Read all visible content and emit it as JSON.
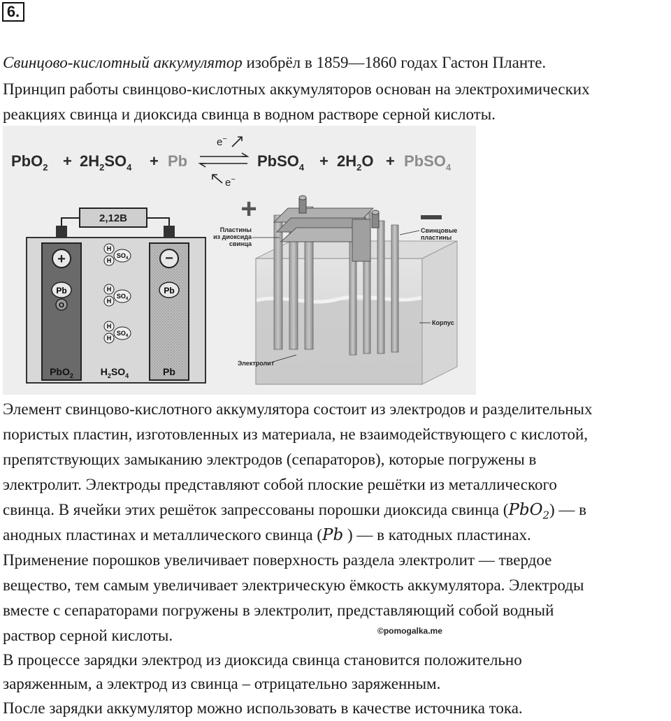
{
  "task_number": "6.",
  "intro": {
    "line1_italic": "Свинцово-кислотный аккумулятор",
    "line1_rest": " изобрёл в 1859—1860 годах Гастон Планте.",
    "line2": "Принцип работы свинцово-кислотных аккумуляторов основан на электрохимических",
    "line3": "реакциях свинца и диоксида свинца в водном растворе серной кислоты."
  },
  "figure": {
    "eq_pbo2": "PbO",
    "eq_sub2": "2",
    "eq_plus": "+",
    "eq_2h": "2H",
    "eq_so": "SO",
    "eq_sub4": "4",
    "eq_pb": "Pb",
    "eq_electron": "e",
    "eq_minus_sup": "−",
    "eq_pbso": "PbSO",
    "eq_h2o_o": "O",
    "voltage": "2,12В",
    "plus_sign": "+",
    "minus_sign": "−",
    "atom_pb": "Pb",
    "atom_o": "O",
    "atom_h": "H",
    "electrode_left_label": "PbO",
    "electrode_mid_label_h": "H",
    "electrode_right_label": "Pb",
    "label_pbo2_plates_1": "Пластины",
    "label_pbo2_plates_2": "из диоксида",
    "label_pbo2_plates_3": "свинца",
    "label_pb_plates_1": "Свинцовые",
    "label_pb_plates_2": "пластины",
    "label_case": "Корпус",
    "label_electrolyte": "Электролит"
  },
  "body": {
    "l1": "Элемент свинцово-кислотного аккумулятора состоит из электродов и разделительных",
    "l2": "пористых пластин, изготовленных из материала, не взаимодействующего с кислотой,",
    "l3": "препятствующих замыканию электродов (сепараторов), которые погружены в",
    "l4": "электролит. Электроды представляют собой плоские решётки из металлического",
    "l5_a": "свинца. В ячейки этих решёток запрессованы порошки диоксида свинца (",
    "l5_formula": "PbO",
    "l5_sub": "2",
    "l5_b": ") — в",
    "l6_a": "анодных пластинах и металлического свинца (",
    "l6_formula": "Pb",
    "l6_b": " ) — в катодных пластинах.",
    "l7": "Применение порошков увеличивает поверхность раздела электролит — твердое",
    "l8": "вещество, тем самым увеличивает электрическую ёмкость аккумулятора. Электроды",
    "l9": "вместе с сепараторами погружены в электролит, представляющий собой водный",
    "l10": "раствор серной кислоты.",
    "l11": "В процессе зарядки электрод из диоксида свинца становится положительно",
    "l12": "заряженным, а электрод из свинца – отрицательно заряженным.",
    "l13": "После зарядки аккумулятор можно использовать в качестве источника тока."
  },
  "watermark": "©pomogalka.me"
}
